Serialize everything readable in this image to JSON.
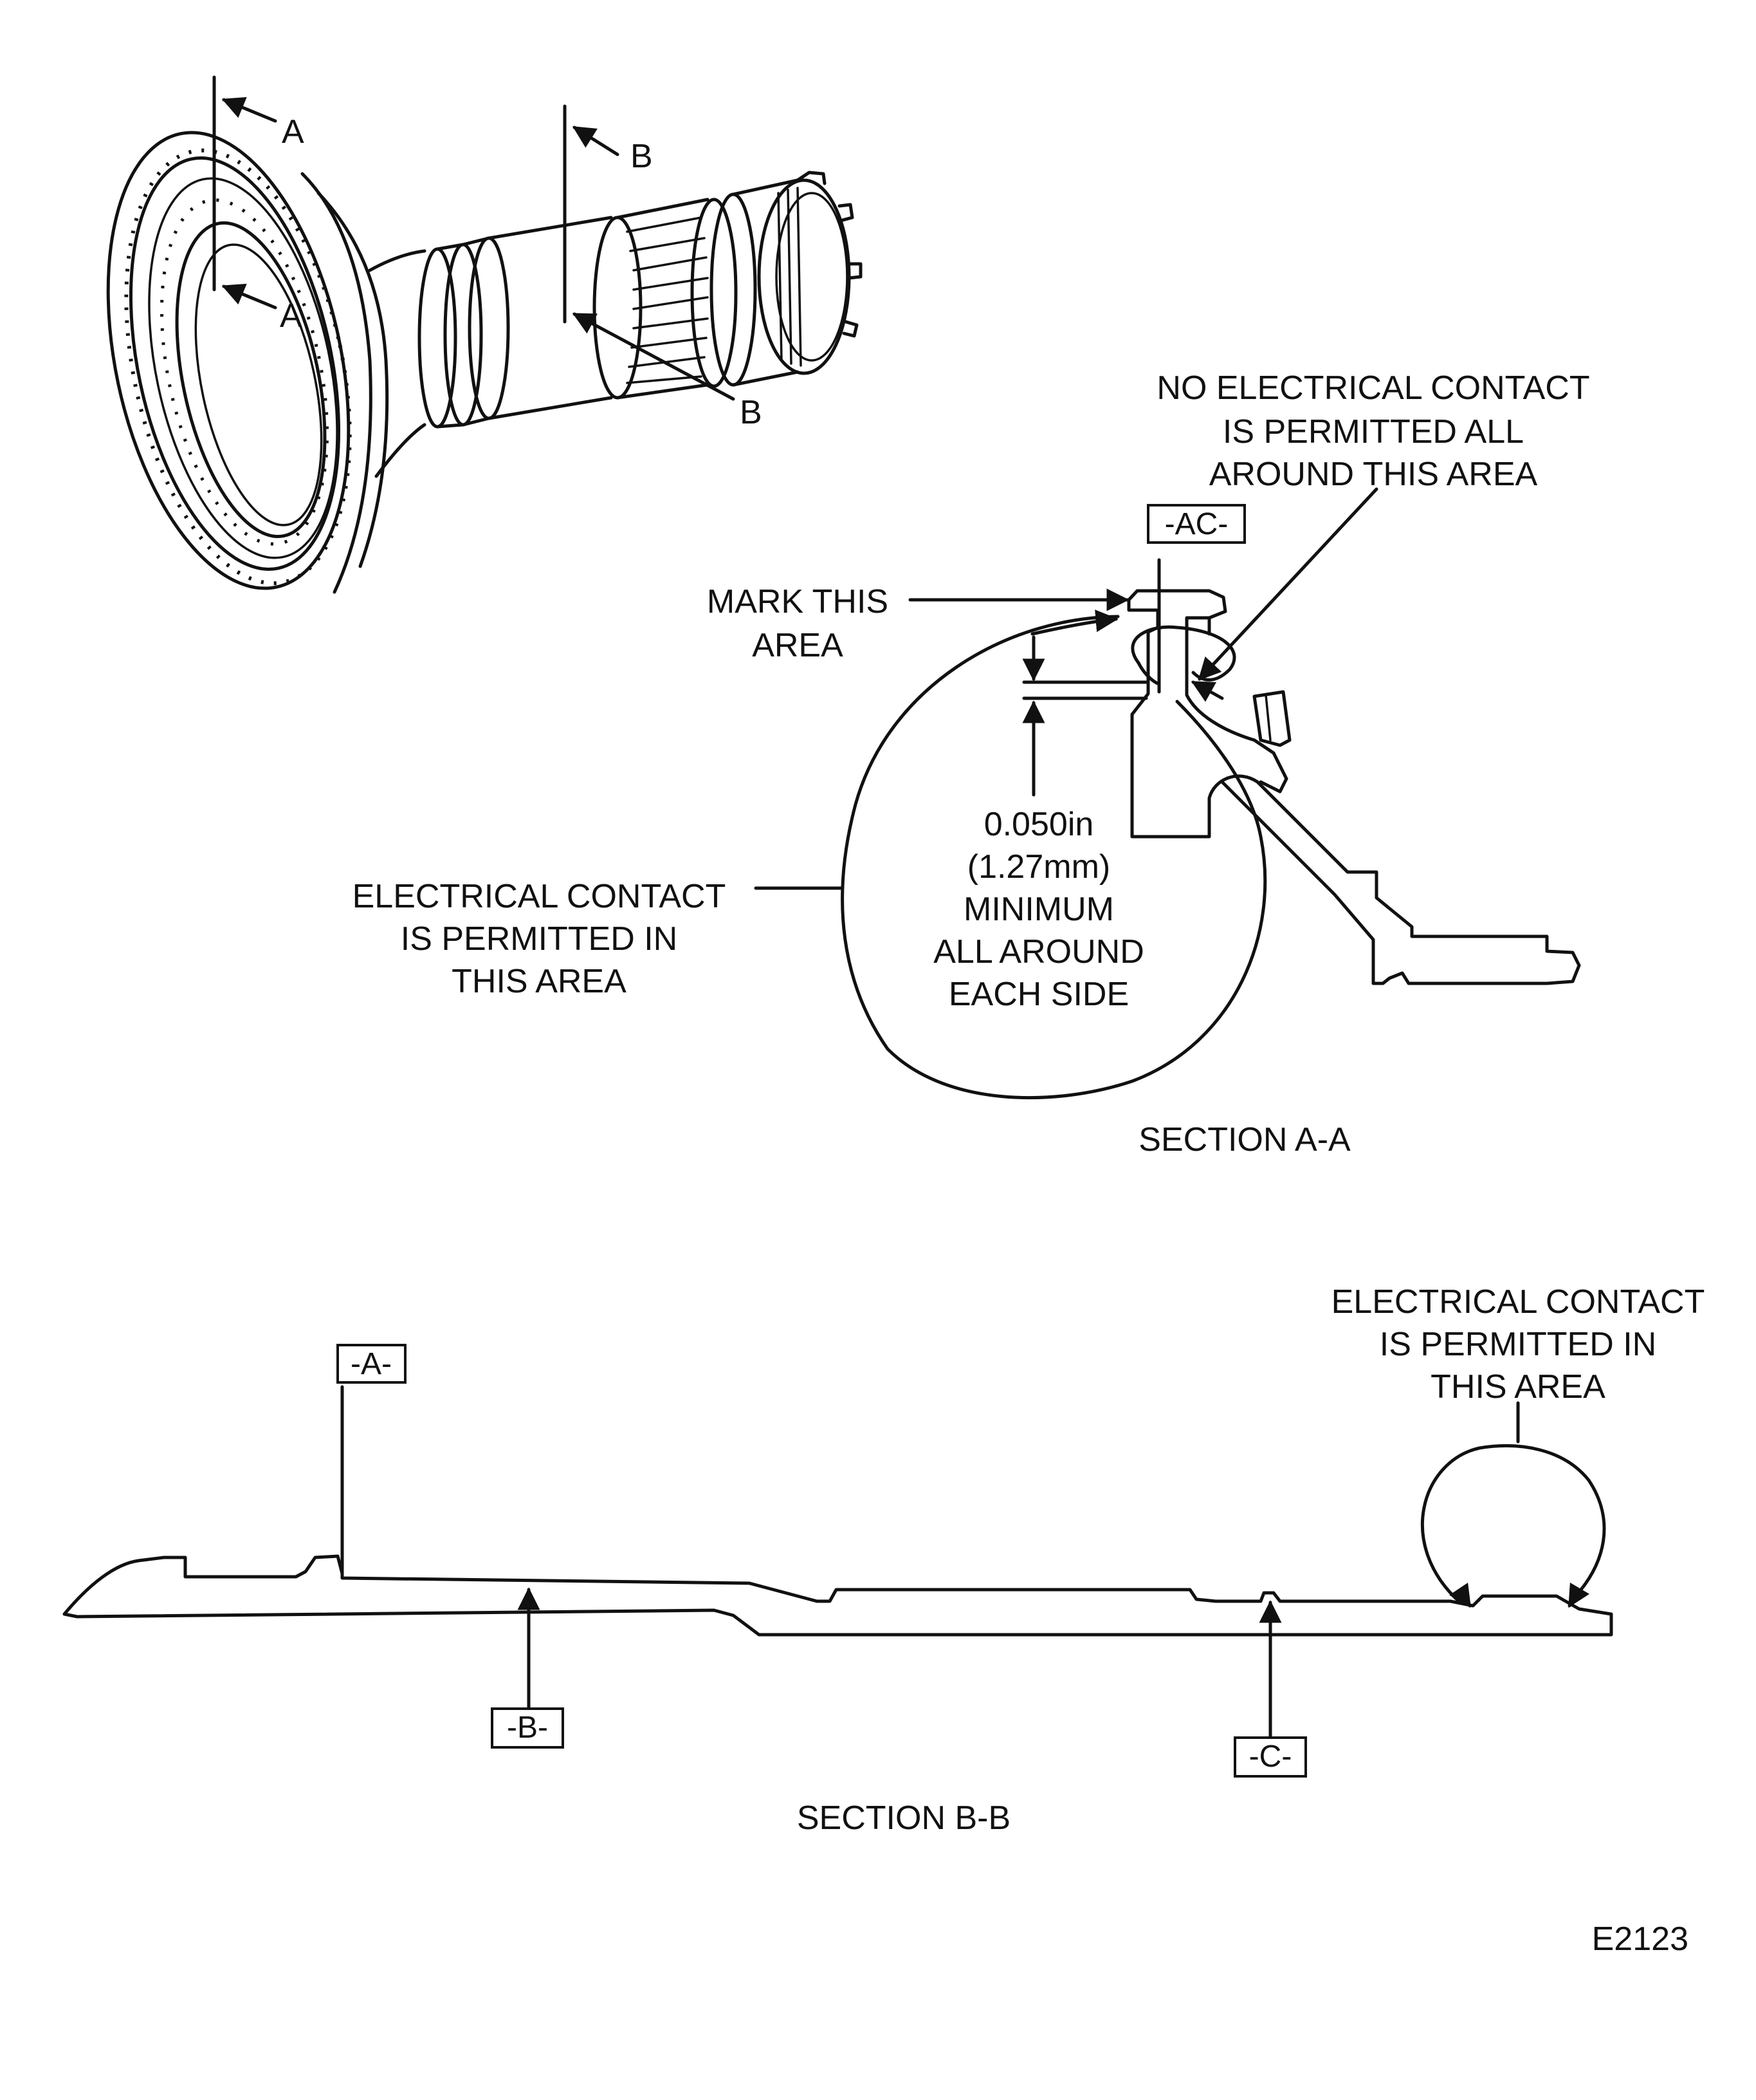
{
  "iso_view": {
    "section_markers": [
      {
        "letter": "A",
        "position": "upper"
      },
      {
        "letter": "A",
        "position": "lower"
      },
      {
        "letter": "B",
        "position": "upper"
      },
      {
        "letter": "B",
        "position": "lower"
      }
    ]
  },
  "section_a": {
    "title": "SECTION A-A",
    "datum_label": "-AC-",
    "mark_label_lines": [
      "MARK THIS",
      "AREA"
    ],
    "no_contact_lines": [
      "NO ELECTRICAL CONTACT",
      "IS PERMITTED ALL",
      "AROUND THIS AREA"
    ],
    "contact_permitted_lines": [
      "ELECTRICAL CONTACT",
      "IS PERMITTED IN",
      "THIS AREA"
    ],
    "dimension_lines": [
      "0.050in",
      "(1.27mm)",
      "MINIMUM",
      "ALL AROUND",
      "EACH SIDE"
    ]
  },
  "section_b": {
    "title": "SECTION B-B",
    "datum_labels": {
      "a": "-A-",
      "b": "-B-",
      "c": "-C-"
    },
    "contact_permitted_lines": [
      "ELECTRICAL CONTACT",
      "IS PERMITTED IN",
      "THIS AREA"
    ]
  },
  "figure_id": "E2123"
}
